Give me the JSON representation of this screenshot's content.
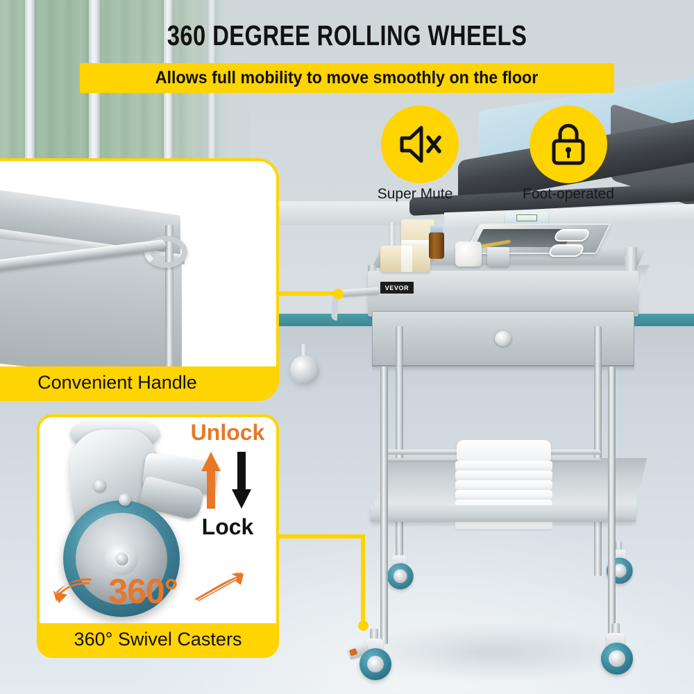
{
  "header": {
    "title": "360 DEGREE ROLLING WHEELS",
    "subtitle": "Allows full mobility to move smoothly on the floor"
  },
  "badges": [
    {
      "label": "Super Mute",
      "icon": "mute-speaker-icon",
      "circle_color": "#FFD400"
    },
    {
      "label": "Foot-operated",
      "icon": "padlock-icon",
      "circle_color": "#FFD400"
    }
  ],
  "panels": {
    "handle": {
      "caption": "Convenient Handle",
      "border_color": "#FFD400",
      "background": "#FFFFFF"
    },
    "caster": {
      "caption": "360° Swivel Casters",
      "unlock_label": "Unlock",
      "lock_label": "Lock",
      "degree_label": "360°",
      "unlock_color": "#E8772A",
      "lock_color": "#101113",
      "border_color": "#FFD400"
    }
  },
  "product": {
    "brand": "VEVOR"
  },
  "colors": {
    "yellow": "#FFD400",
    "orange": "#E8772A",
    "black": "#101113",
    "caster_teal": "#3F8FA3",
    "curtain_green": "#9DBCA4",
    "floor": "#D5DEE3",
    "baseboard_teal": "#3E8F99"
  }
}
